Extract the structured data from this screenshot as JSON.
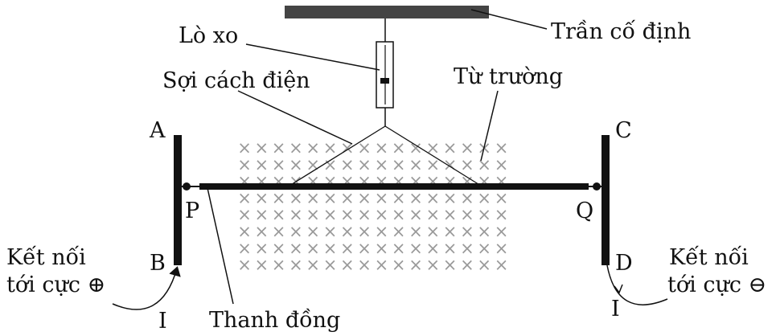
{
  "labels": {
    "ceiling": "Trần cố định",
    "spring": "Lò xo",
    "thread": "Sợi cách điện",
    "field": "Từ trường",
    "rod": "Thanh đồng",
    "A": "A",
    "B": "B",
    "C": "C",
    "D": "D",
    "P": "P",
    "Q": "Q",
    "left_conn_line1": "Kết nối",
    "left_conn_line2": "tới cực ⊕",
    "right_conn_line1": "Kết nối",
    "right_conn_line2": "tới cực ⊖",
    "current_left": "I",
    "current_right": "I"
  },
  "field": {
    "marker": "×",
    "rows": 8,
    "cols": 16
  },
  "colors": {
    "ink": "#111111",
    "ceiling": "#444444",
    "field": "#9a9a9a"
  }
}
